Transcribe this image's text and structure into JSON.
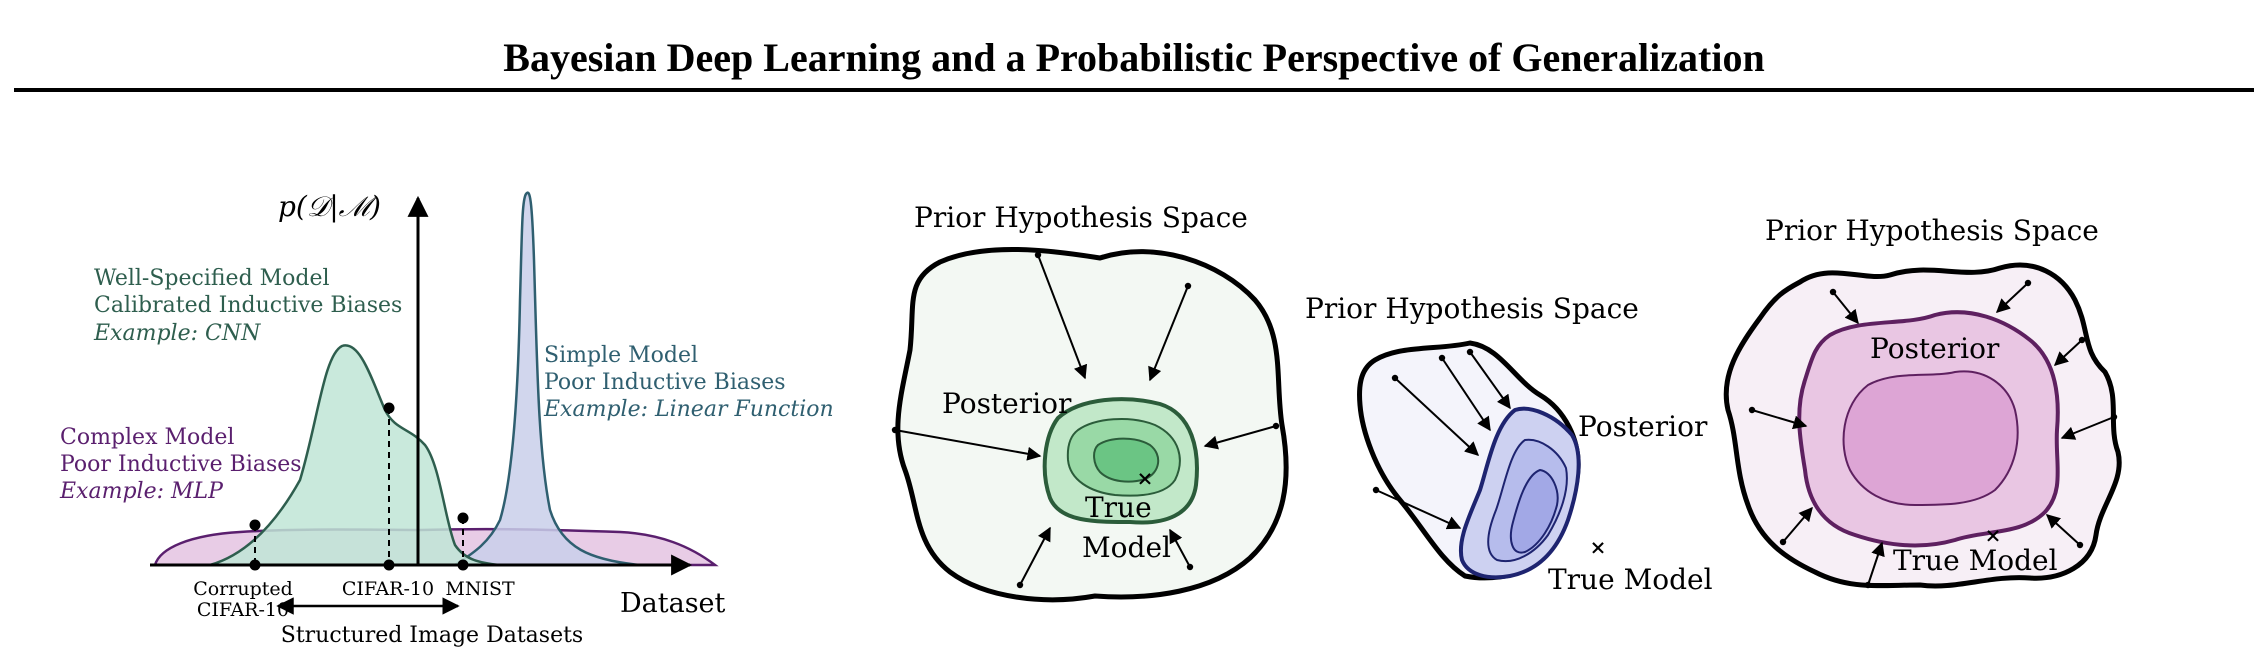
{
  "title": "Bayesian Deep Learning and a Probabilistic Perspective of Generalization",
  "panel_a": {
    "y_axis_label": "p(𝒟|ℳ)",
    "x_axis_label": "Dataset",
    "x_ticks": [
      "Corrupted",
      "CIFAR-10",
      "CIFAR-10",
      "MNIST"
    ],
    "range_label": "Structured Image Datasets",
    "well_specified": {
      "line1": "Well-Specified Model",
      "line2": "Calibrated Inductive Biases",
      "example": "Example: CNN",
      "color": "#2e5e4e",
      "fill": "#bfe5d6"
    },
    "simple": {
      "line1": "Simple Model",
      "line2": "Poor Inductive Biases",
      "example": "Example: Linear Function",
      "color": "#2f5f70",
      "fill": "#c9cfea"
    },
    "complex": {
      "line1": "Complex Model",
      "line2": "Poor Inductive Biases",
      "example": "Example: MLP",
      "color": "#5a1f6e",
      "fill": "#e6c7e3"
    }
  },
  "panel_b": {
    "prior_label": "Prior Hypothesis Space",
    "posterior_label": "Posterior",
    "true_model_line1": "True",
    "true_model_line2": "Model",
    "fill": "#f3f8f3",
    "posterior_fill": "#c2e8c9",
    "posterior_stroke": "#2b5c3a"
  },
  "panel_c": {
    "prior_label": "Prior Hypothesis Space",
    "posterior_label": "Posterior",
    "true_model_label": "True Model",
    "fill": "#f4f4fb",
    "posterior_fill": "#cdd1f1",
    "posterior_stroke": "#1e2470"
  },
  "panel_d": {
    "prior_label": "Prior Hypothesis Space",
    "posterior_label": "Posterior",
    "true_model_label": "True Model",
    "fill": "#f7eff6",
    "posterior_fill": "#e9c6e3",
    "posterior_stroke": "#5e2060"
  }
}
